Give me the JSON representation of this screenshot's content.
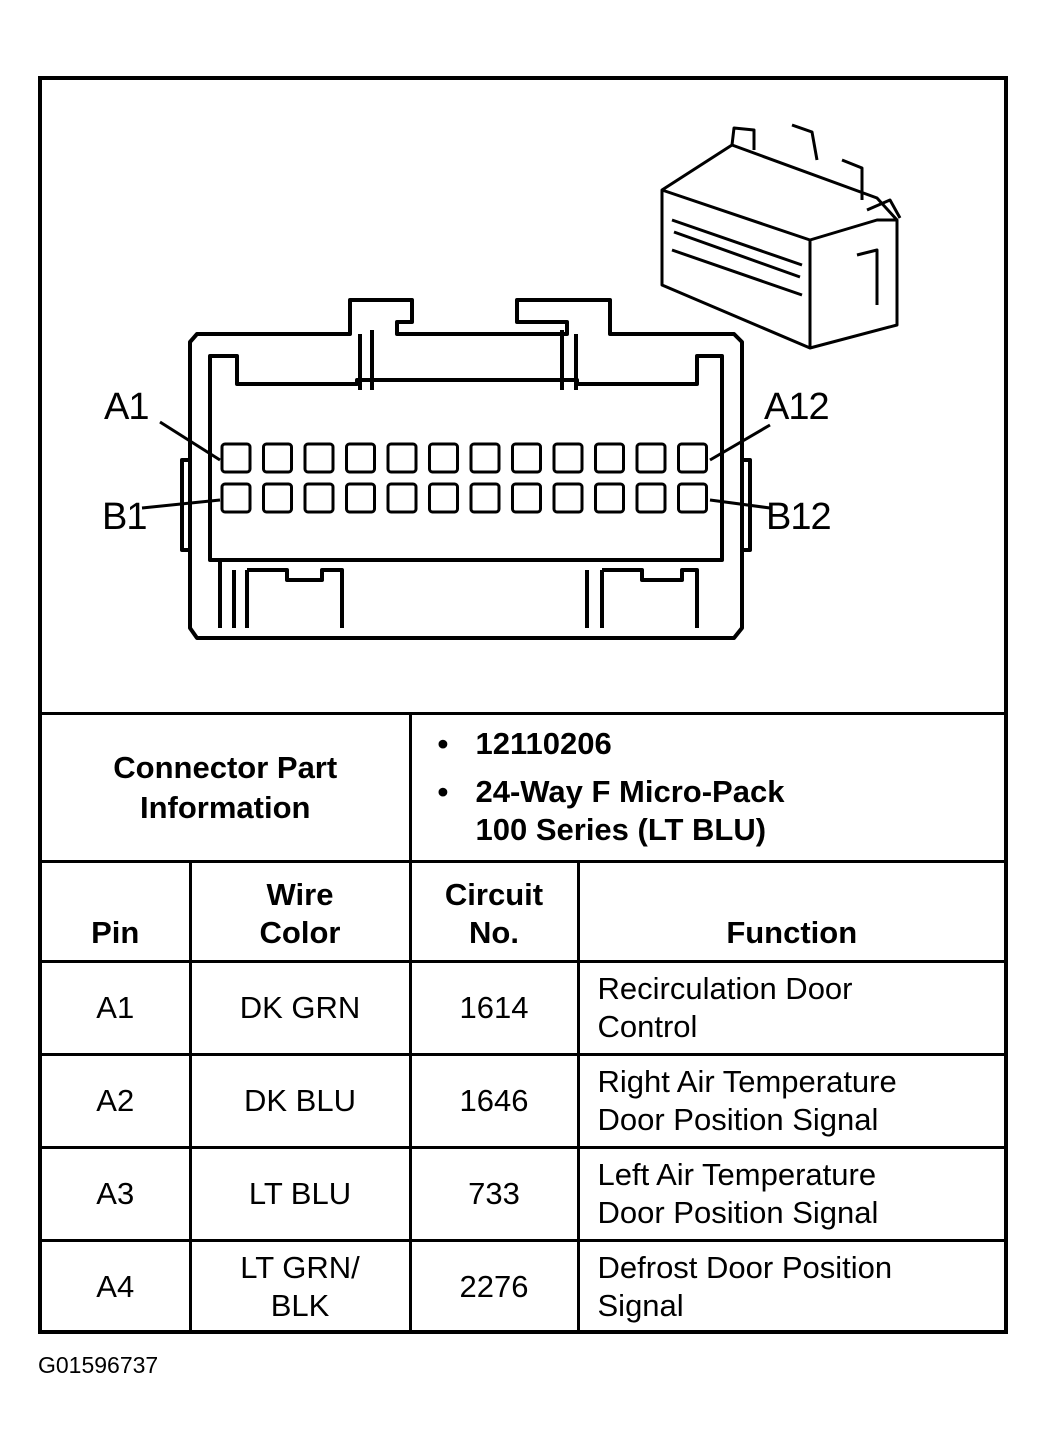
{
  "diagram": {
    "pin_labels": {
      "a1": "A1",
      "a12": "A12",
      "b1": "B1",
      "b12": "B12"
    },
    "pins_per_row": 12,
    "rows": 2
  },
  "connector_info": {
    "label_line1": "Connector Part",
    "label_line2": "Information",
    "part_number": "12110206",
    "description_line1": "24-Way F Micro-Pack",
    "description_line2": "100 Series (LT BLU)"
  },
  "pin_table": {
    "headers": {
      "pin": "Pin",
      "wire_color_line1": "Wire",
      "wire_color_line2": "Color",
      "circuit_line1": "Circuit",
      "circuit_line2": "No.",
      "function": "Function"
    },
    "rows": [
      {
        "pin": "A1",
        "wire_line1": "DK GRN",
        "wire_line2": "",
        "circuit": "1614",
        "function_line1": "Recirculation Door",
        "function_line2": "Control"
      },
      {
        "pin": "A2",
        "wire_line1": "DK BLU",
        "wire_line2": "",
        "circuit": "1646",
        "function_line1": "Right Air Temperature",
        "function_line2": "Door Position Signal"
      },
      {
        "pin": "A3",
        "wire_line1": "LT BLU",
        "wire_line2": "",
        "circuit": "733",
        "function_line1": "Left Air Temperature",
        "function_line2": "Door Position Signal"
      },
      {
        "pin": "A4",
        "wire_line1": "LT GRN/",
        "wire_line2": "BLK",
        "circuit": "2276",
        "function_line1": "Defrost Door Position",
        "function_line2": "Signal"
      }
    ]
  },
  "footer": {
    "figure_id": "G01596737"
  }
}
